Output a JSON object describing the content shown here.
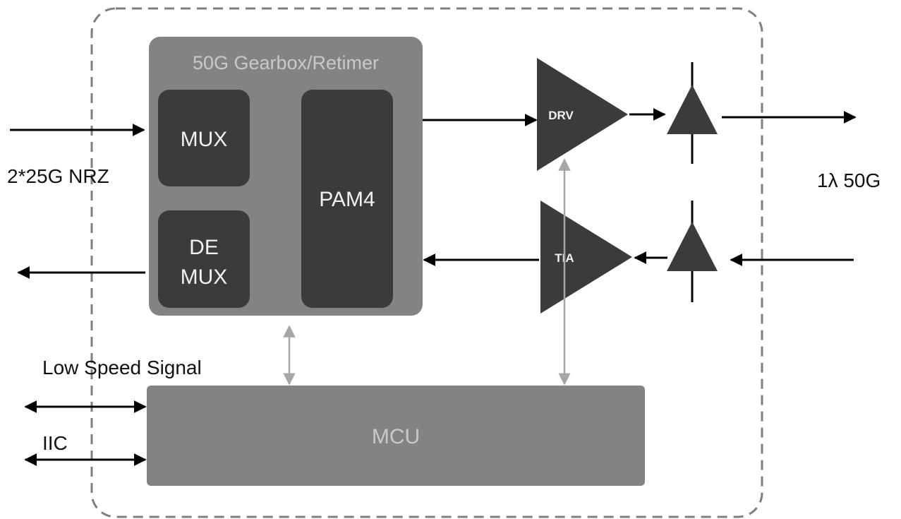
{
  "colors": {
    "block_fill": "#838383",
    "sub_block_fill": "#3b3b3b",
    "amp_fill": "#3b3b3b",
    "block_text": "#c9c9c9",
    "sub_block_text": "#f2f2f2",
    "amp_text": "#f2f2f2",
    "arrow": "#000000",
    "control_arrow": "#a6a6a6",
    "border": "#7f7f7f"
  },
  "gearbox": {
    "title": "50G Gearbox/Retimer",
    "mux": "MUX",
    "demux_line1": "DE",
    "demux_line2": "MUX",
    "pam4": "PAM4"
  },
  "optics": {
    "drv": "DRV",
    "tia": "TIA"
  },
  "mcu": {
    "label": "MCU"
  },
  "labels": {
    "electrical": "2*25G NRZ",
    "optical": "1λ 50G",
    "low_speed": "Low Speed Signal",
    "iic": "IIC"
  }
}
